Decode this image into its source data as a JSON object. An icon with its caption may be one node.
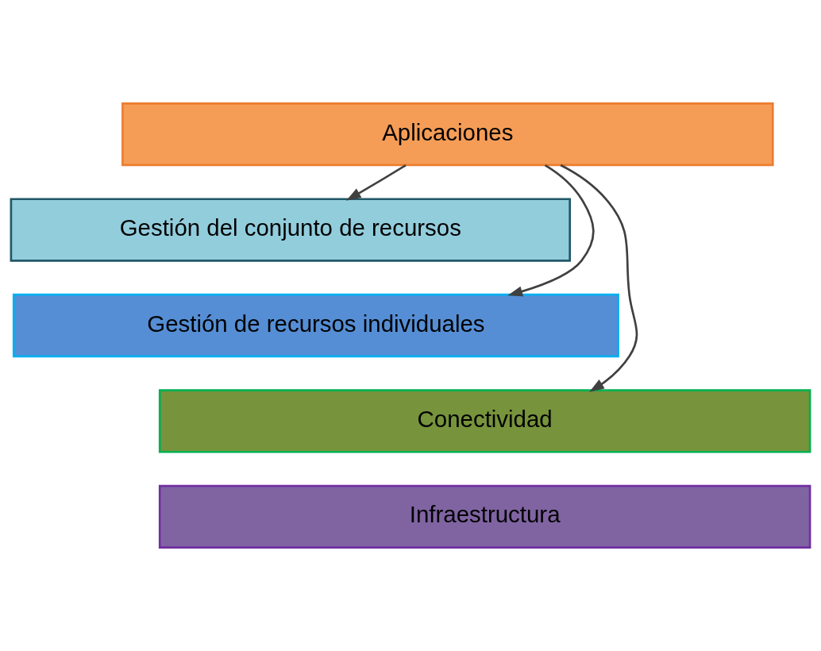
{
  "diagram": {
    "nodes": [
      {
        "text": [
          "Aplicaciones"
        ]
      },
      {
        "text": [
          "Gestión del conjunto de recursos"
        ]
      },
      {
        "text": [
          "Gestión de recursos individuales"
        ]
      },
      {
        "text": [
          "Conectividad"
        ]
      },
      {
        "text": [
          "Infraestructura"
        ]
      }
    ],
    "edges": [
      {
        "from": 0,
        "to": 1,
        "arrow": "to"
      },
      {
        "from": 0,
        "to": 2,
        "arrow": "to"
      },
      {
        "from": 0,
        "to": 3,
        "arrow": "to"
      }
    ]
  }
}
